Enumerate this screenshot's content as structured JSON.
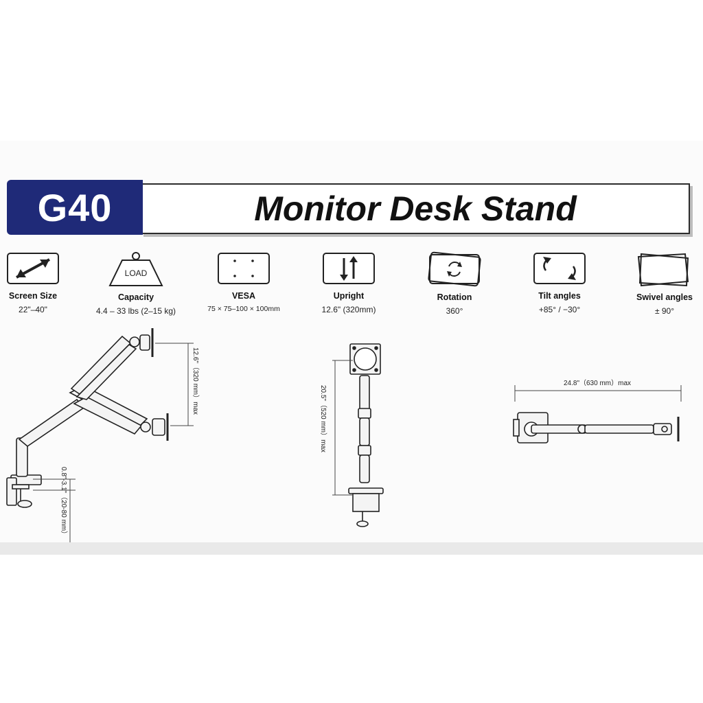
{
  "header": {
    "model": "G40",
    "title": "Monitor Desk Stand"
  },
  "specs": [
    {
      "label": "Screen Size",
      "value": "22\"–40\"",
      "icon": "diagonal-arrow-icon"
    },
    {
      "label": "Capacity",
      "value": "4.4 – 33 lbs (2–15 kg)",
      "icon": "weight-load-icon",
      "icon_text": "LOAD"
    },
    {
      "label": "VESA",
      "value": "75 × 75–100 × 100mm",
      "icon": "vesa-plate-icon"
    },
    {
      "label": "Upright",
      "value": "12.6\" (320mm)",
      "icon": "up-down-arrows-icon"
    },
    {
      "label": "Rotation",
      "value": "360°",
      "icon": "rotation-icon"
    },
    {
      "label": "Tilt angles",
      "value": "+85°   /   −30°",
      "icon": "tilt-icon"
    },
    {
      "label": "Swivel angles",
      "value": "± 90°",
      "icon": "swivel-icon"
    }
  ],
  "dimensions": {
    "side_height": "12.6\"（320 mm）max",
    "clamp_range": "0.8\"-3.1\"（20-80 mm）",
    "front_height": "20.5\"（520 mm）max",
    "top_reach": "24.8\"（630 mm）max"
  }
}
